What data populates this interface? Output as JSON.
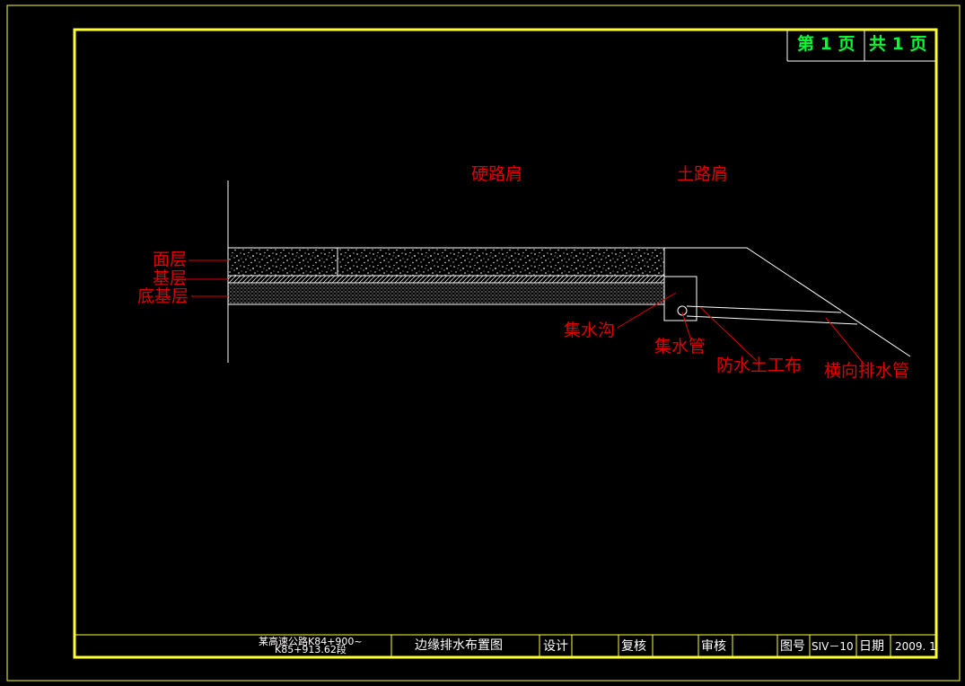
{
  "page": {
    "page_label": "第  1 页",
    "total_label": "共 1  页"
  },
  "headings": {
    "hard_shoulder": "硬路肩",
    "soil_shoulder": "土路肩"
  },
  "layers": {
    "surface": "面层",
    "base": "基层",
    "subbase": "底基层"
  },
  "callouts": {
    "collector_ditch": "集水沟",
    "collector_pipe": "集水管",
    "geotextile": "防水土工布",
    "transverse_pipe": "横向排水管"
  },
  "title_block": {
    "project_line1": "某高速公路K84+900~",
    "project_line2": "K85+913.62段",
    "drawing_title": "边缘排水布置图",
    "design_label": "设计",
    "review_label": "复核",
    "audit_label": "审核",
    "drawing_no_label": "图号",
    "drawing_no": "SIV－10",
    "date_label": "日期",
    "date": "2009. 1"
  },
  "colors": {
    "frame": "#ffff33",
    "drawing_lines": "#ffffff",
    "labels": "#e00000",
    "page_text": "#00ff33"
  }
}
